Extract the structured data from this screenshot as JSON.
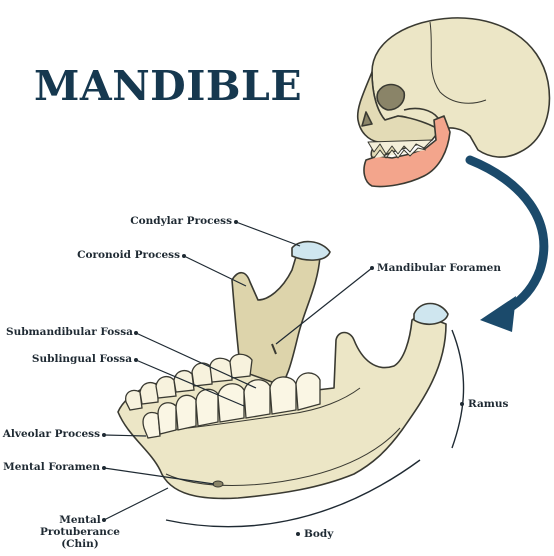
{
  "title": "MANDIBLE",
  "labels": {
    "condylar_process": "Condylar Process",
    "coronoid_process": "Coronoid Process",
    "mandibular_foramen": "Mandibular Foramen",
    "submandibular_fossa": "Submandibular Fossa",
    "sublingual_fossa": "Sublingual Fossa",
    "ramus": "Ramus",
    "alveolar_process": "Alveolar Process",
    "mental_foramen": "Mental Foramen",
    "mental_protuberance_line1": "Mental",
    "mental_protuberance_line2": "Protuberance",
    "mental_protuberance_line3": "(Chin)",
    "body": "Body"
  },
  "colors": {
    "title": "#16384f",
    "bone": "#ece6c6",
    "bone_shadow": "#d6cda3",
    "outline": "#3a3a32",
    "mandible_highlight": "#f3a58c",
    "cartilage": "#cfe6ef",
    "arrow": "#1b4a6b",
    "leader": "#1f2a33"
  }
}
